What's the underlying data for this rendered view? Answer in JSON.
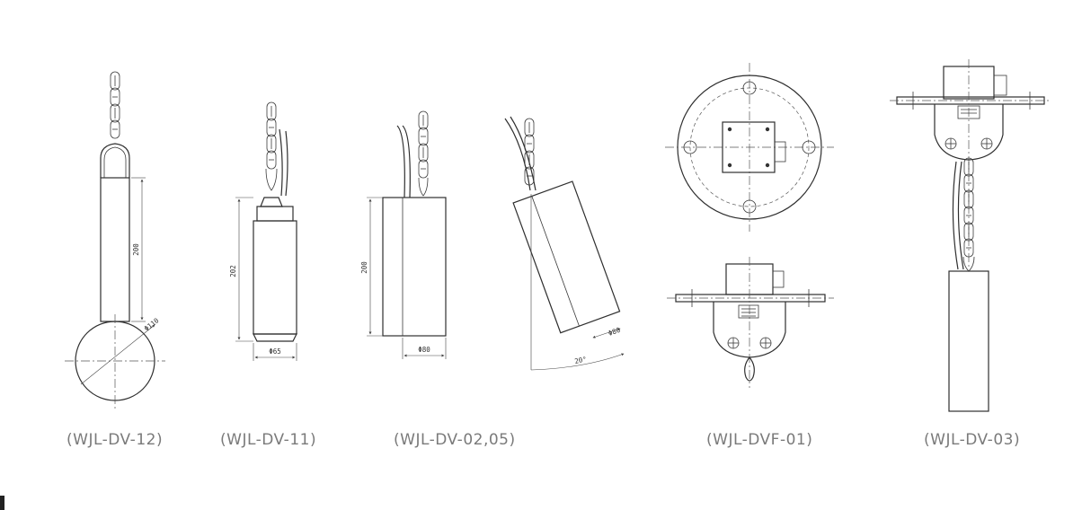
{
  "models": [
    {
      "caption": "(WJL-DV-12)",
      "dims": [
        "200",
        "Φ110"
      ]
    },
    {
      "caption": "(WJL-DV-11)",
      "dims": [
        "202",
        "Φ65"
      ]
    },
    {
      "caption": "(WJL-DV-02,05)",
      "dims": [
        "200",
        "Φ80"
      ]
    },
    {
      "dims": [
        "Φ80",
        "20°"
      ]
    },
    {
      "caption": "(WJL-DVF-01)"
    },
    {
      "caption": "(WJL-DV-03)"
    }
  ]
}
